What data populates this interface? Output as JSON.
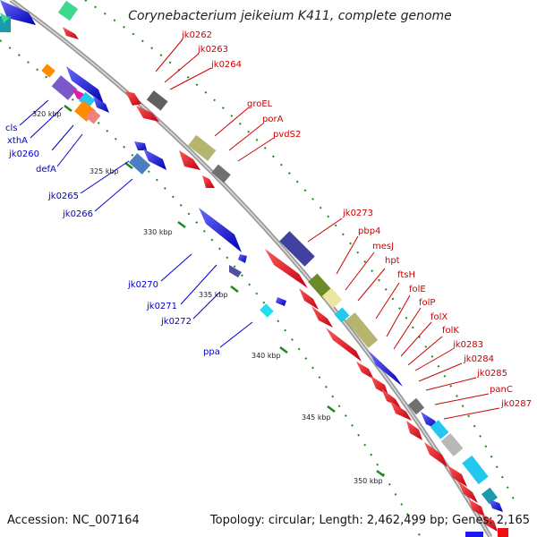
{
  "header": {
    "title": "Corynebacterium jeikeium K411, complete genome"
  },
  "footer": {
    "accession": "Accession: NC_007164",
    "topology": "Topology: circular; Length: 2,462,499 bp; Genes: 2,165"
  },
  "scale_labels": [
    "320 kbp",
    "325 kbp",
    "330 kbp",
    "335 kbp",
    "340 kbp",
    "345 kbp",
    "350 kbp"
  ],
  "genes_left": [
    "cls",
    "xthA",
    "jk0260",
    "defA",
    "jk0265",
    "jk0266",
    "jk0270",
    "jk0271",
    "jk0272",
    "ppa"
  ],
  "genes_right": [
    "jk0262",
    "jk0263",
    "jk0264",
    "groEL",
    "porA",
    "pvdS2",
    "jk0273",
    "pbp4",
    "mesJ",
    "hpt",
    "ftsH",
    "folE",
    "folP",
    "folX",
    "folK",
    "jk0283",
    "jk0284",
    "jk0285",
    "panC",
    "jk0287"
  ],
  "colors": {
    "forward": "#e8001a",
    "reverse": "#0000e6",
    "label_left": "#0000cc",
    "label_right": "#cc0000"
  }
}
